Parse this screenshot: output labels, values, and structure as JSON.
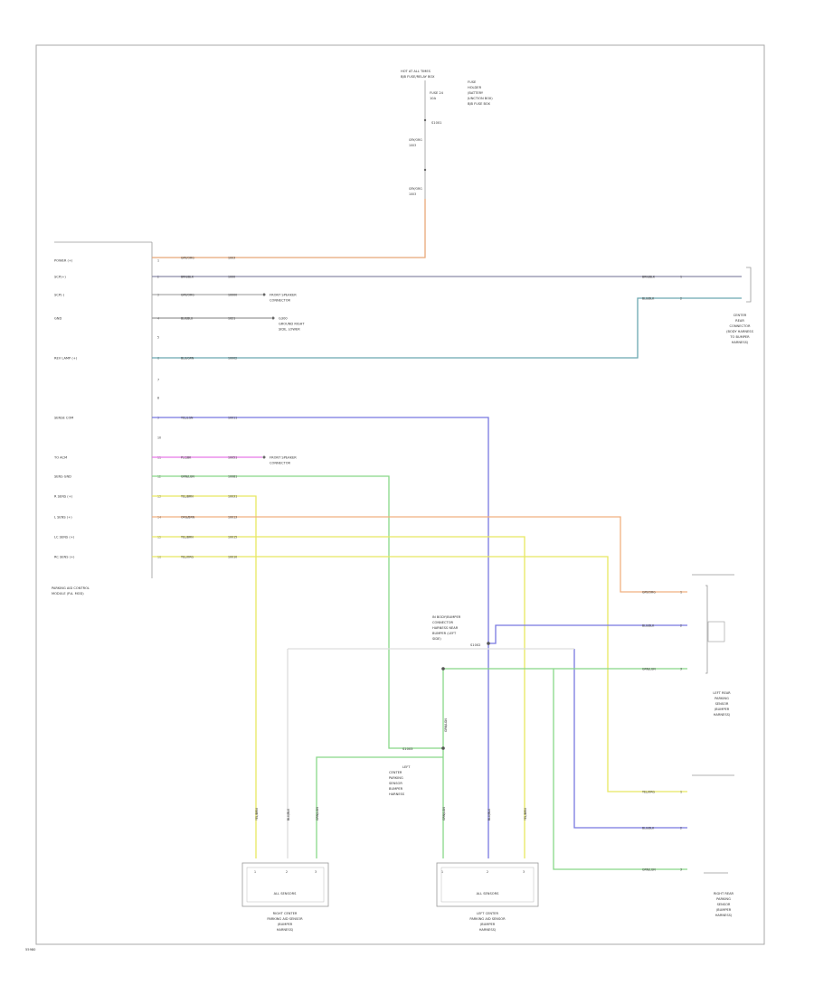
{
  "diagram": {
    "top_source": {
      "lines": [
        "HOT AT ALL TIMES",
        "BJB FUSE/RELAY BOX"
      ],
      "fuse_label": "FUSE 24",
      "fuse_rating": "10A"
    },
    "fuse_note": [
      "FUSE",
      "HOLDER",
      "(BATTERY",
      "JUNCTION BOX)",
      "BJB FUSE BOX"
    ],
    "splice_label": "S1001",
    "module_label": [
      "PARKING AID CONTROL",
      "MODULE (P.A. MOD)"
    ],
    "module_pins": [
      {
        "name": "POWER (+)",
        "num": "1"
      },
      {
        "name": "SCP(+)",
        "num": "2"
      },
      {
        "name": "SCP(-)",
        "num": "3"
      },
      {
        "name": "GND",
        "num": "4"
      },
      {
        "name": "",
        "num": "5"
      },
      {
        "name": "REV LAMP (+)",
        "num": "6"
      },
      {
        "name": "",
        "num": "7"
      },
      {
        "name": "",
        "num": "8"
      },
      {
        "name": "SENSE COM",
        "num": "9"
      },
      {
        "name": "",
        "num": "10"
      },
      {
        "name": "TO ACM",
        "num": "11"
      },
      {
        "name": "SENS GND",
        "num": "12"
      },
      {
        "name": "R SENS (+)",
        "num": "13"
      },
      {
        "name": "L SENS (+)",
        "num": "14"
      },
      {
        "name": "LC SENS (+)",
        "num": "15"
      },
      {
        "name": "RC SENS (+)",
        "num": "16"
      }
    ],
    "wires": [
      {
        "color": "GRY/ORG",
        "circuit": "1003"
      },
      {
        "color": "BRN/BLK",
        "circuit": "1000"
      },
      {
        "color": "GRY/ORG",
        "circuit": "10000"
      },
      {
        "color": "BLK/BLU",
        "circuit": "1021"
      },
      {
        "color": "BLU/GRN",
        "circuit": "10002"
      },
      {
        "color": "YEL/LGN",
        "circuit": "10011"
      },
      {
        "color": "PLC/BK",
        "circuit": "10051"
      },
      {
        "color": "GRN/LGN",
        "circuit": "10081"
      },
      {
        "color": "YEL/BRN",
        "circuit": "10031"
      },
      {
        "color": "ORG/BRN",
        "circuit": "10013"
      },
      {
        "color": "YEL/BRN",
        "circuit": "10015"
      },
      {
        "color": "YEL/ORG",
        "circuit": "10010"
      }
    ],
    "ground_notes": [
      {
        "lines": [
          "FRONT SPEAKER",
          "CONNECTOR"
        ]
      },
      {
        "lines": [
          "G300",
          "GROUND RIGHT",
          "SIDE, LOWER"
        ]
      },
      {
        "lines": [
          "FRONT SPEAKER",
          "CONNECTOR"
        ]
      }
    ],
    "right_top_conn_wires": [
      "BRN/BLK",
      "BLU/BLK"
    ],
    "right_top_conn_pins": [
      "1",
      "2"
    ],
    "right_top_conn_caption": [
      "CENTER",
      "REAR",
      "CONNECTOR",
      "(BODY HARNESS",
      "TO BUMPER",
      "HARNESS)"
    ],
    "right_mid_conn_wires": [
      "GRY/ORG",
      "BLU/BLK",
      "GRN/LGN"
    ],
    "right_mid_conn_pins": [
      "1",
      "2",
      "3"
    ],
    "right_mid_conn_caption": [
      "LEFT REAR",
      "PARKING",
      "SENSOR",
      "(BUMPER",
      "HARNESS)"
    ],
    "right_bot_conn_wires": [
      "YEL/ORG",
      "BLU/BLK",
      "GRN/LGN"
    ],
    "right_bot_conn_pins": [
      "1",
      "2",
      "3"
    ],
    "right_bot_conn_caption": [
      "RIGHT REAR",
      "PARKING",
      "SENSOR",
      "(BUMPER",
      "HARNESS)"
    ],
    "splice_notes": [
      {
        "lines": [
          "IN BODY/BUMPER",
          "CONNECTOR",
          "HARNESS NEAR",
          "BUMPER (LEFT",
          "SIDE)"
        ],
        "label": "S1002"
      },
      {
        "lines": [
          "LEFT",
          "CENTER",
          "PARKING",
          "SENSOR",
          "BUMPER",
          "HARNESS"
        ]
      }
    ],
    "center_splice_label": "S1003",
    "bottom_sensors": [
      {
        "wires": [
          "YEL/BRN",
          "BLU/BLK",
          "GRN/LGN"
        ],
        "inner_label": "ALL SENSORS",
        "caption": [
          "RIGHT CENTER",
          "PARKING AID SENSOR",
          "(BUMPER",
          "HARNESS)"
        ]
      },
      {
        "wires": [
          "GRN/LGN",
          "BLU/BLK",
          "YEL/BRN"
        ],
        "inner_label": "ALL SENSORS",
        "caption": [
          "LEFT CENTER",
          "PARKING AID SENSOR",
          "(BUMPER",
          "HARNESS)"
        ]
      }
    ],
    "bottom_conn_pins": [
      "1",
      "2",
      "3"
    ],
    "figure_id": "55980"
  }
}
